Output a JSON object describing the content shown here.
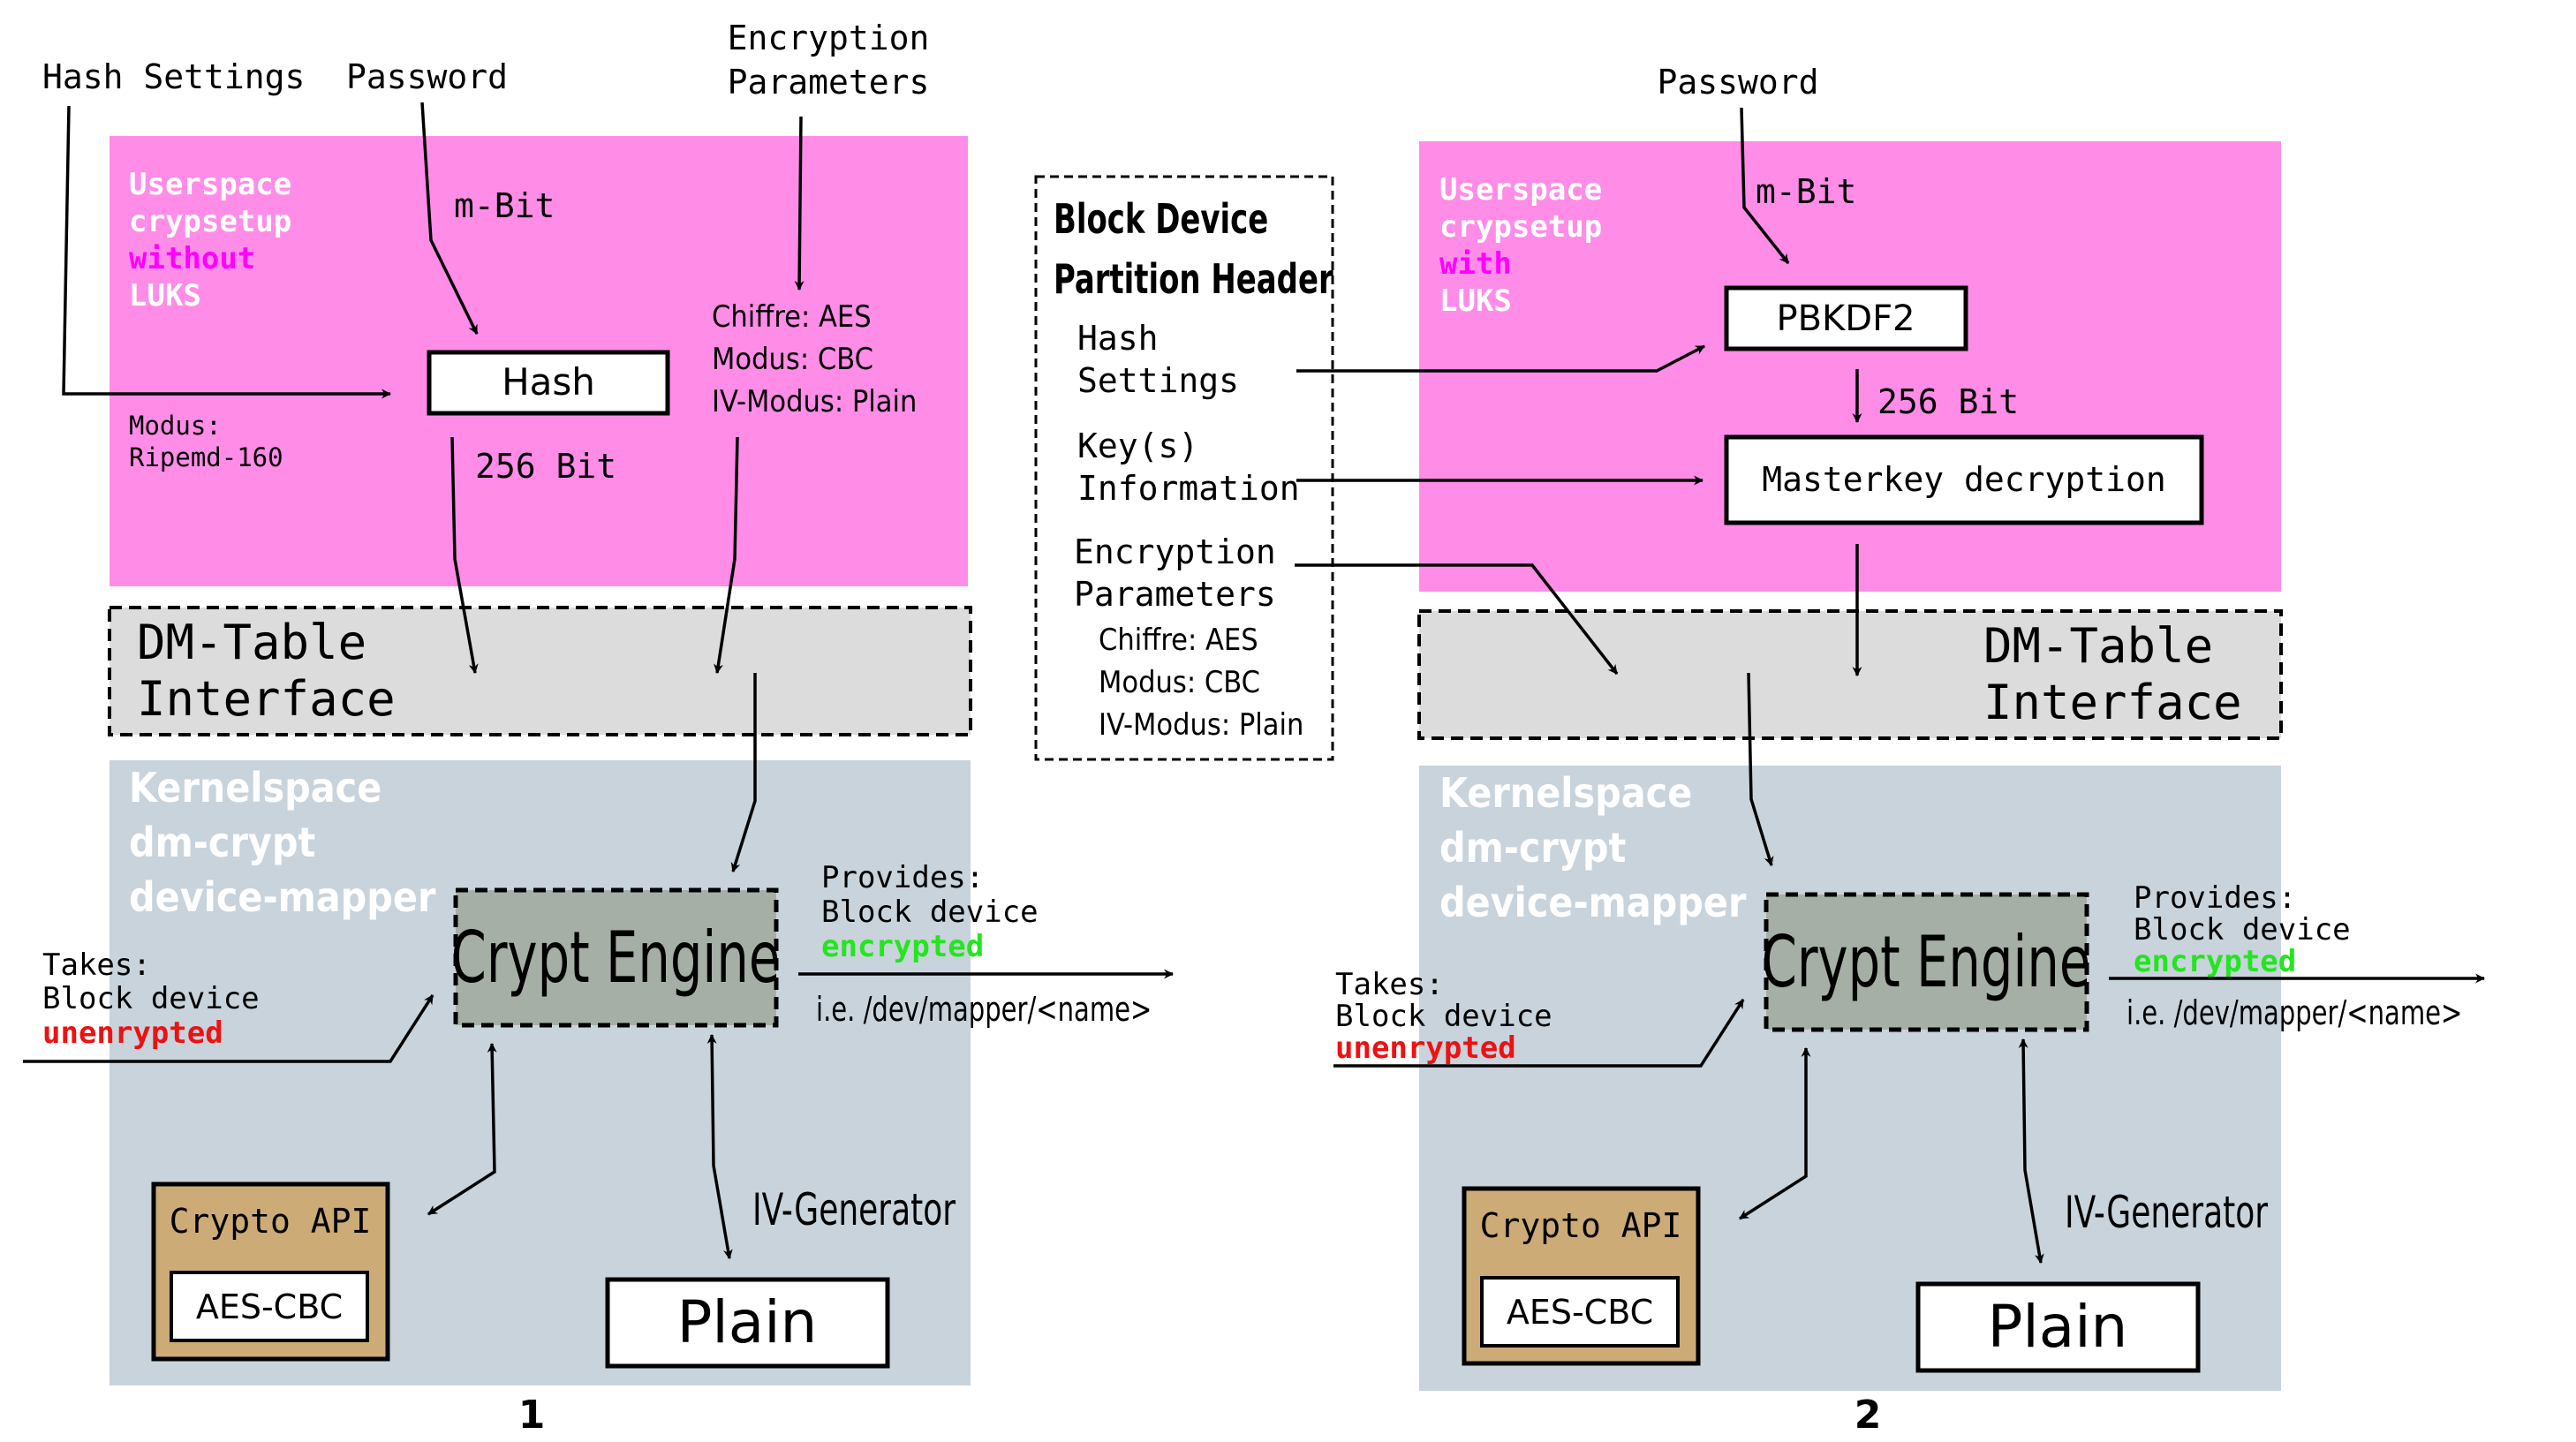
{
  "colors": {
    "userspace": "#ff8de8",
    "dm_table": "#dcdcdc",
    "kernelspace": "#c9d3dc",
    "crypt_engine": "#a5afa5",
    "crypto_api": "#cdab76",
    "magenta": "#ff00ff",
    "green": "#22e61e",
    "red": "#ee1111"
  },
  "left": {
    "hash_settings": "Hash Settings",
    "password": "Password",
    "encryption_parameters_1": "Encryption",
    "encryption_parameters_2": "Parameters",
    "userspace_1": "Userspace",
    "userspace_2": "crypsetup",
    "userspace_3": "without",
    "userspace_4": "LUKS",
    "m_bit": "m-Bit",
    "hash_box": "Hash",
    "modus_label": "Modus:",
    "modus_value": "Ripemd-160",
    "bit256": "256 Bit",
    "chiffre": "Chiffre: AES",
    "modus_cbc": "Modus: CBC",
    "iv_modus": "IV-Modus: Plain",
    "dm_table_1": "DM-Table",
    "dm_table_2": "Interface",
    "kernel_1": "Kernelspace",
    "kernel_2": "dm-crypt",
    "kernel_3": "device-mapper",
    "crypt_engine": "Crypt Engine",
    "provides_1": "Provides:",
    "provides_2": "Block device",
    "provides_3": "encrypted",
    "path": "i.e. /dev/mapper/<name>",
    "takes_1": "Takes:",
    "takes_2": "Block device",
    "takes_3": "unenrypted",
    "crypto_api": "Crypto API",
    "aes_cbc": "AES-CBC",
    "iv_generator": "IV-Generator",
    "plain": "Plain",
    "number": "1"
  },
  "middle": {
    "header_1": "Block Device",
    "header_2": "Partition Header",
    "hash_1": "Hash",
    "hash_2": "Settings",
    "key_1": "Key(s)",
    "key_2": "Information",
    "enc_1": "Encryption",
    "enc_2": "Parameters",
    "chiffre": "Chiffre: AES",
    "modus_cbc": "Modus: CBC",
    "iv_modus": "IV-Modus: Plain"
  },
  "right": {
    "password": "Password",
    "userspace_1": "Userspace",
    "userspace_2": "crypsetup",
    "userspace_3": "with",
    "userspace_4": "LUKS",
    "m_bit": "m-Bit",
    "pbkdf2": "PBKDF2",
    "bit256": "256 Bit",
    "masterkey": "Masterkey decryption",
    "dm_table_1": "DM-Table",
    "dm_table_2": "Interface",
    "kernel_1": "Kernelspace",
    "kernel_2": "dm-crypt",
    "kernel_3": "device-mapper",
    "crypt_engine": "Crypt Engine",
    "provides_1": "Provides:",
    "provides_2": "Block device",
    "provides_3": "encrypted",
    "path": "i.e. /dev/mapper/<name>",
    "takes_1": "Takes:",
    "takes_2": "Block device",
    "takes_3": "unenrypted",
    "crypto_api": "Crypto API",
    "aes_cbc": "AES-CBC",
    "iv_generator": "IV-Generator",
    "plain": "Plain",
    "number": "2"
  }
}
